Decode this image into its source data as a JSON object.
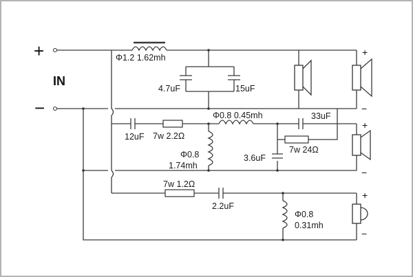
{
  "input": {
    "label": "IN",
    "plus": "+",
    "minus": "−"
  },
  "components": {
    "l_main_bass": "Φ1.2  1.62mh",
    "c_bass_a": "4.7uF",
    "c_bass_b": "15uF",
    "c_mid_series": "12uF",
    "r_mid_series": "7w   2.2Ω",
    "l_mid_shunt": "Φ0.8",
    "l_mid_shunt_val": "1.74mh",
    "l_mid_series": "Φ0.8  0.45mh",
    "c_mid_bypass": "33uF",
    "r_mid_shunt": "7w  24Ω",
    "c_mid_shunt": "3.6uF",
    "r_tweeter": "7w 1.2Ω",
    "c_tweeter": "2.2uF",
    "l_tweeter": "Φ0.8",
    "l_tweeter_val": "0.31mh"
  },
  "speaker_terminals": {
    "bass_plus": "+",
    "bass_minus": "−",
    "mid_plus": "+",
    "mid_minus": "−",
    "tw_plus": "+",
    "tw_minus": "−"
  }
}
